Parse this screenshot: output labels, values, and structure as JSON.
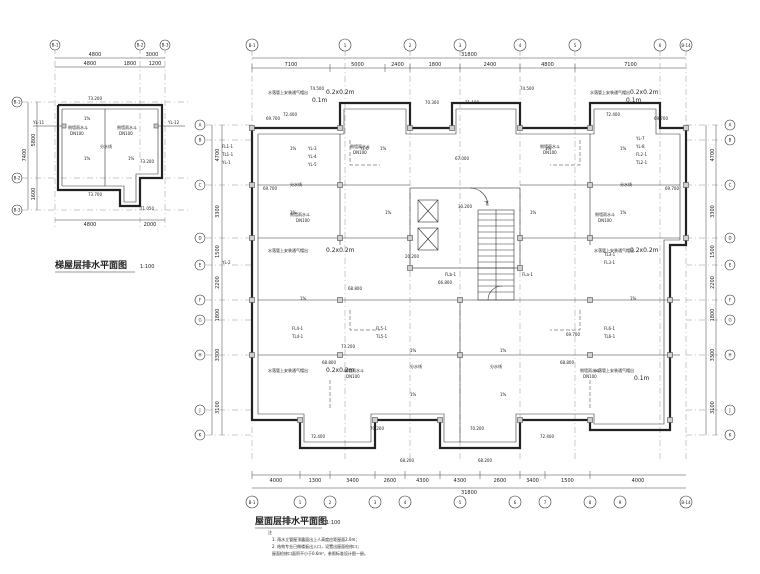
{
  "titles": {
    "roof": "屋面层排水平面图",
    "roof_scale": "1:100",
    "stair_roof": "梯屋层排水平面图",
    "stair_scale": "1:100"
  },
  "notes": {
    "head": "注",
    "line1": "1. 雨水立管屋顶露面出上人高度应距屋面2.0m；",
    "line2": "2. 结构专业已做楼板出入口，设置出屋面检修口；",
    "line3": "屋面检修口面积不小于0.6m²，参照标准设计图一册。"
  },
  "top_axes": [
    "B-1",
    "1",
    "2",
    "3",
    "4",
    "5",
    "6",
    "B-14"
  ],
  "bottom_axes": [
    "B-1",
    "1",
    "2",
    "3",
    "4",
    "5",
    "6",
    "7",
    "8",
    "9",
    "B-14"
  ],
  "left_axes": [
    "A",
    "B",
    "C",
    "D",
    "E",
    "F",
    "G",
    "H",
    "J",
    "K"
  ],
  "right_axes": [
    "A",
    "B",
    "C",
    "D",
    "E",
    "F",
    "G",
    "H",
    "J",
    "K"
  ],
  "top_dims_outer": [
    "31800"
  ],
  "top_dims": [
    "7100",
    "5000",
    "2400",
    "1800",
    "2400",
    "4800",
    "7100"
  ],
  "bottom_dims": [
    "4000",
    "1300",
    "3400",
    "2600",
    "4300",
    "4300",
    "2600",
    "3400",
    "1500",
    "4000"
  ],
  "bottom_dims_outer": [
    "31800"
  ],
  "left_dims": [
    "4700",
    "3300",
    "1500",
    "2200",
    "1800",
    "3300",
    "3100"
  ],
  "right_dims": [
    "4700",
    "3300",
    "1500",
    "2200",
    "1800",
    "3300",
    "3100"
  ],
  "stair_roof": {
    "axes_top": [
      "B-1",
      "B-2",
      "B-3"
    ],
    "axes_left": [
      "B-1",
      "B-2",
      "B-3"
    ],
    "dims_top_outer": [
      "4800",
      "3000"
    ],
    "dims_top": [
      "4800",
      "1800",
      "1200"
    ],
    "dims_left": [
      "5800",
      "1600"
    ],
    "dims_left_outer": [
      "7400"
    ],
    "dims_bottom": [
      "4800",
      "2000"
    ],
    "labels": {
      "elev_top": "73.200",
      "elev_mid": "73.200",
      "elev_bottom": "73.700",
      "elev_low": "71.050",
      "pipe_left": "YL-11",
      "pipe_right": "YL-12",
      "drain_left": "侧墙雨水斗",
      "dn_left": "DN100",
      "drain_right": "侧墙雨水斗",
      "dn_right": "DN100",
      "slope1": "1%",
      "slope2": "1%",
      "slope3": "1%",
      "roof_mark": "分水线"
    }
  },
  "roof_labels": {
    "elev_a": "74.500",
    "elev_b": "72.400",
    "elev_c": "73.200",
    "elev_d": "69.700",
    "elev_e": "68.800",
    "elev_f": "70.300",
    "elev_g": "71.100",
    "elev_h": "70.200",
    "elev_i": "68.200",
    "elev_j": "67.000",
    "elev_k": "66.800",
    "elev_l": "20.200",
    "elev_m": "30.200",
    "elev_n": "100",
    "outlet_note": "水落管上安装通气帽出",
    "outlet_size": "0.2x0.2m",
    "outlet_size2": "0.1m",
    "drain": "侧墙雨水斗",
    "dn": "DN100",
    "slope": "1%",
    "pipe_labels": [
      "FL1-1",
      "TL1-1",
      "YL-1",
      "YL-2",
      "YL-3",
      "YL-4",
      "YL-5",
      "YL-6",
      "YL-7",
      "YL-8",
      "FL2-1",
      "TL2-1",
      "FL3-1",
      "TL3-1",
      "FL4-1",
      "TL4-1",
      "FL5-1",
      "TL5-1",
      "FL6-1",
      "TL6-1",
      "FLb-1",
      "FLa-1"
    ],
    "divider": "分水线",
    "stair_dn": "下"
  }
}
